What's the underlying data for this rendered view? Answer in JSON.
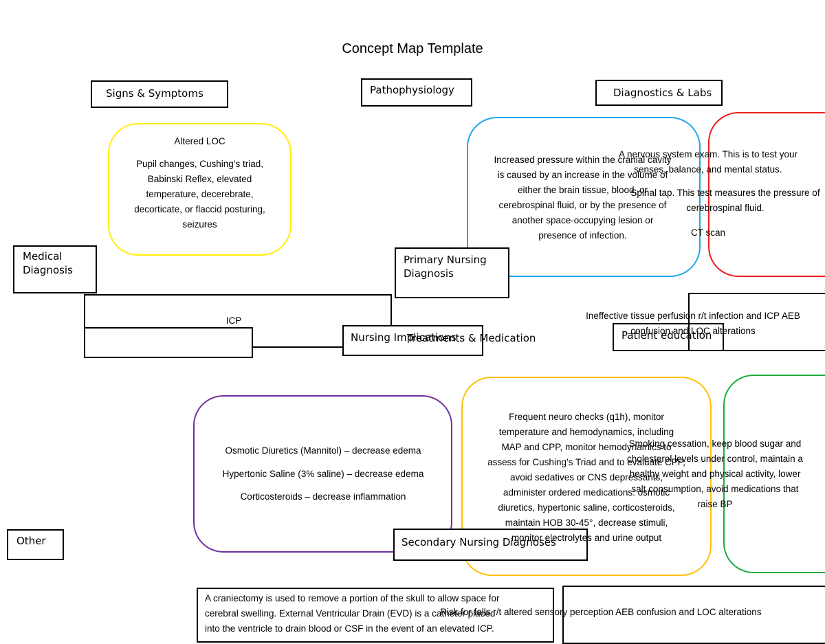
{
  "title": "Concept Map Template",
  "headers": {
    "signs": "Signs & Symptoms",
    "patho": "Pathophysiology",
    "diagnostics": "Diagnostics & Labs",
    "medical_diagnosis": "Medical\nDiagnosis",
    "primary_nursing": "Primary Nursing\nDiagnosis",
    "nursing_implications": "Nursing Implications",
    "treatments": "Treatments & Medication",
    "patient_education": "Patient education",
    "secondary_nursing": "Secondary Nursing Diagnoses",
    "other": "Other"
  },
  "signs_box": {
    "line1": "Altered LOC",
    "line2": "Pupil changes, Cushing’s triad,\nBabinski Reflex, elevated\ntemperature, decerebrate,\ndecorticate, or flaccid posturing,\nseizures"
  },
  "patho_text": "Increased pressure within the cranial cavity\nis caused by an increase in the volume of\neither the brain tissue, blood, or\ncerebrospinal fluid, or by the presence of\nanother space-occupying lesion or\npresence of infection.",
  "diagnostics_text": {
    "line1": "A nervous system exam. This is to test your\nsenses, balance, and mental status.",
    "line2": "Spinal tap. This test measures the pressure of\ncerebrospinal fluid.",
    "line3": "CT scan"
  },
  "medical_diagnosis_value": "ICP",
  "primary_nursing_text": "Ineffective tissue perfusion r/t infection and ICP AEB\nconfusion and LOC alterations",
  "medications": [
    "Osmotic Diuretics (Mannitol) – decrease edema",
    "Hypertonic Saline (3% saline) – decrease edema",
    "Corticosteroids – decrease inflammation"
  ],
  "implications_text": "Frequent neuro checks (q1h), monitor\ntemperature and hemodynamics, including\nMAP and CPP, monitor hemodynamics to\nassess for Cushing’s Triad and to evaluate CPP,\navoid sedatives or CNS depressants,\nadminister ordered medications: osmotic\ndiuretics, hypertonic saline, corticosteroids,\nmaintain HOB 30-45°, decrease stimuli,\nmonitor electrolytes and urine output",
  "education_text": "Smoking cessation, keep blood sugar and\ncholesterol levels under control, maintain a\nhealthy weight and physical activity, lower\nsalt consumption, avoid medications that\nraise BP",
  "other_text": "A craniectomy is used to remove a portion of the skull to allow space for\ncerebral swelling. External Ventricular Drain (EVD) is a catheter placed\ninto the ventricle to drain blood or CSF in the event of an elevated ICP.",
  "secondary_nursing_text": "Risk for falls r/t altered sensory perception AEB confusion and LOC alterations",
  "colors": {
    "signs": "#ffee00",
    "patho": "#1ca7e6",
    "diagnostics": "#ee1c1c",
    "medications": "#7030a0",
    "implications": "#ffc000",
    "education": "#1aae3c"
  }
}
